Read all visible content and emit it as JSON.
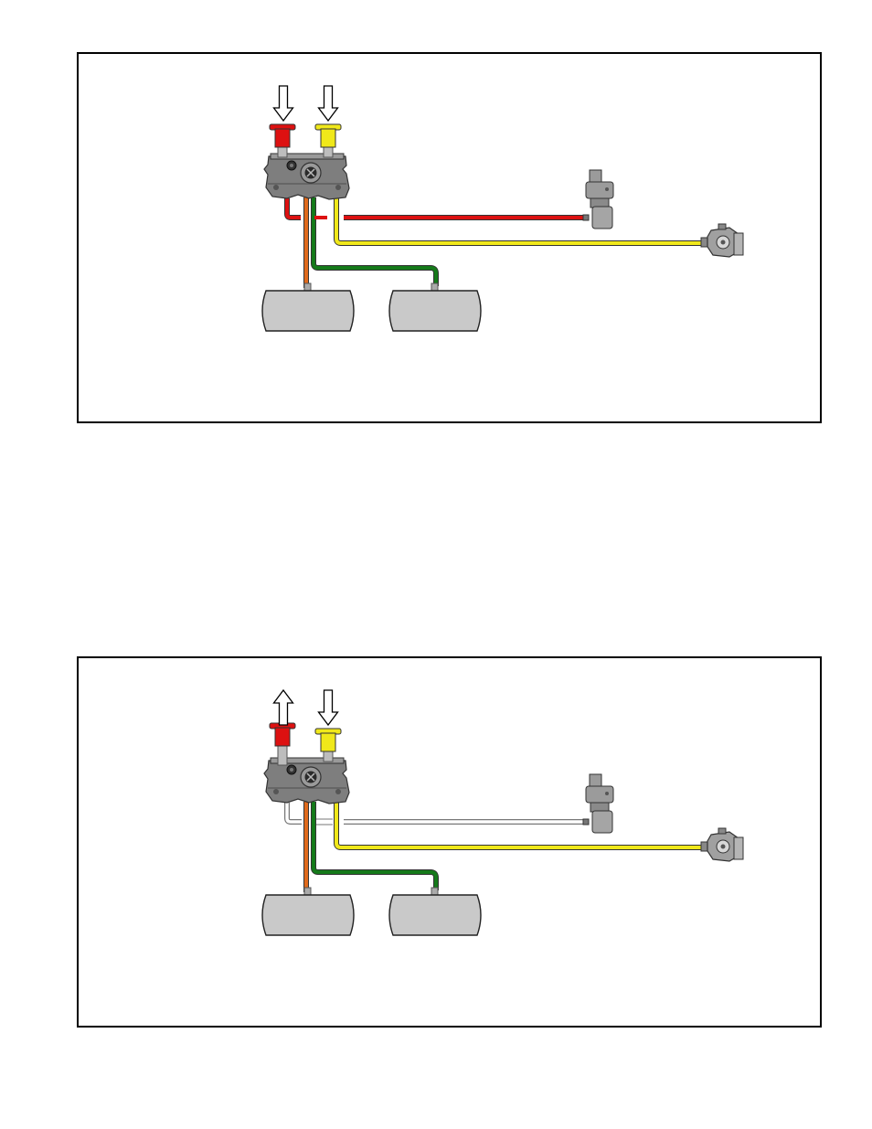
{
  "colors": {
    "tractor_supply": "#dd1111",
    "trailer_supply": "#f0e81a",
    "primary_tank_line": "#e06a1c",
    "secondary_tank_line": "#157a1a",
    "exhausted_line": "#ffffff",
    "component_gray": "#7e7e7e",
    "tank_gray": "#c9c9c9"
  },
  "panels": [
    {
      "red_knob_arrow": "push-down-arrow",
      "yellow_knob_arrow": "push-down-arrow",
      "red_line_state": "charged"
    },
    {
      "red_knob_arrow": "pull-up-arrow",
      "yellow_knob_arrow": "push-down-arrow",
      "red_line_state": "exhausted"
    }
  ]
}
